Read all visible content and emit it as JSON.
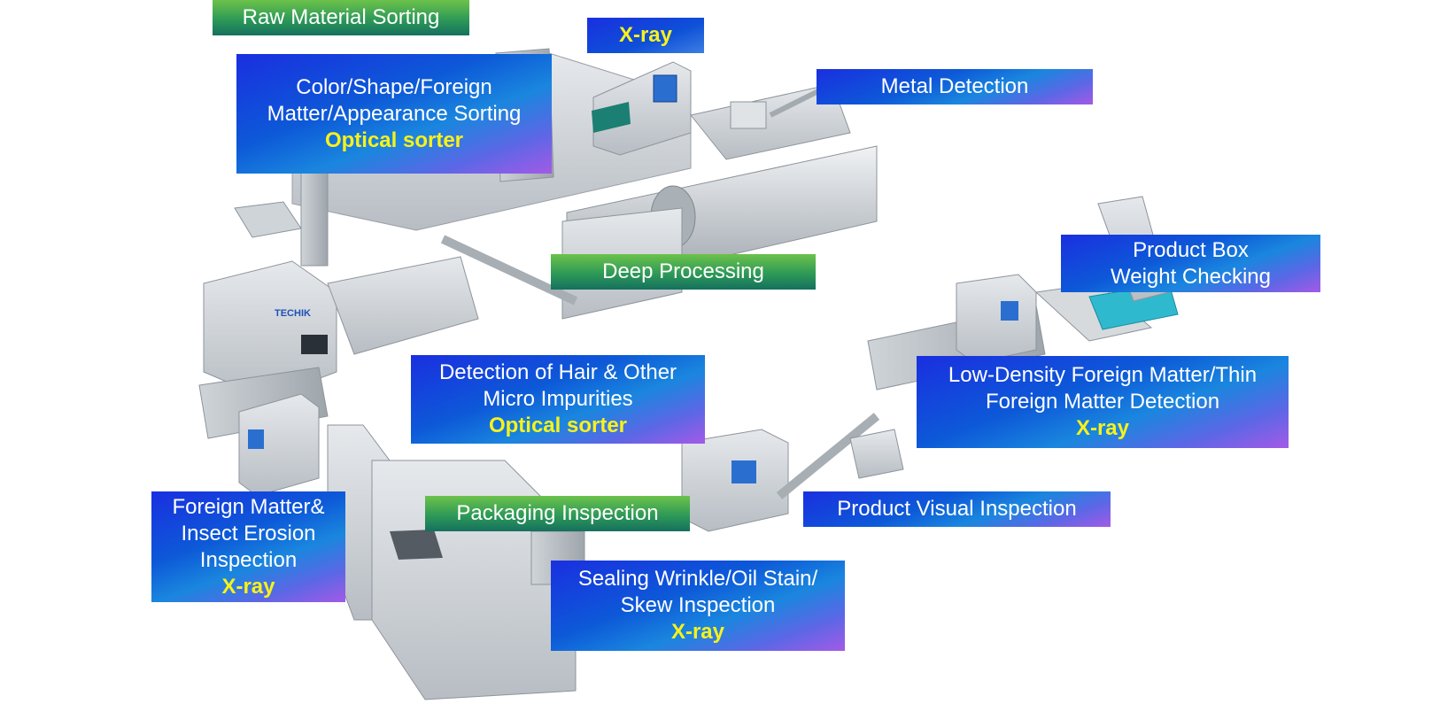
{
  "stages": {
    "raw_material_sorting": "Raw Material Sorting",
    "deep_processing": "Deep Processing",
    "packaging_inspection": "Packaging Inspection"
  },
  "callouts": {
    "xray_top": "X-ray",
    "optical_1": {
      "line1": "Color/Shape/Foreign",
      "line2": "Matter/Appearance Sorting",
      "device": "Optical sorter"
    },
    "metal_detection": "Metal Detection",
    "product_box": {
      "line1": "Product Box",
      "line2": "Weight Checking"
    },
    "hair_detection": {
      "line1": "Detection of Hair & Other",
      "line2": "Micro Impurities",
      "device": "Optical sorter"
    },
    "low_density": {
      "line1": "Low-Density Foreign Matter/Thin",
      "line2": "Foreign Matter Detection",
      "device": "X-ray"
    },
    "visual_inspection": "Product Visual Inspection",
    "foreign_insect": {
      "line1": "Foreign Matter&",
      "line2": "Insect Erosion",
      "line3": "Inspection",
      "device": "X-ray"
    },
    "sealing": {
      "line1": "Sealing Wrinkle/Oil Stain/",
      "line2": "Skew Inspection",
      "device": "X-ray"
    }
  },
  "machine_brand": "TECHIK",
  "colors": {
    "stage_label_green": "#2e9a57",
    "callout_blue": "#0d59d8",
    "callout_violet": "#a35ae6",
    "device_highlight": "#f8f21a",
    "machinery_steel": "#c9ced3",
    "xray_screen": "#2a6fd0",
    "conveyor_teal": "#2fb9cf"
  }
}
